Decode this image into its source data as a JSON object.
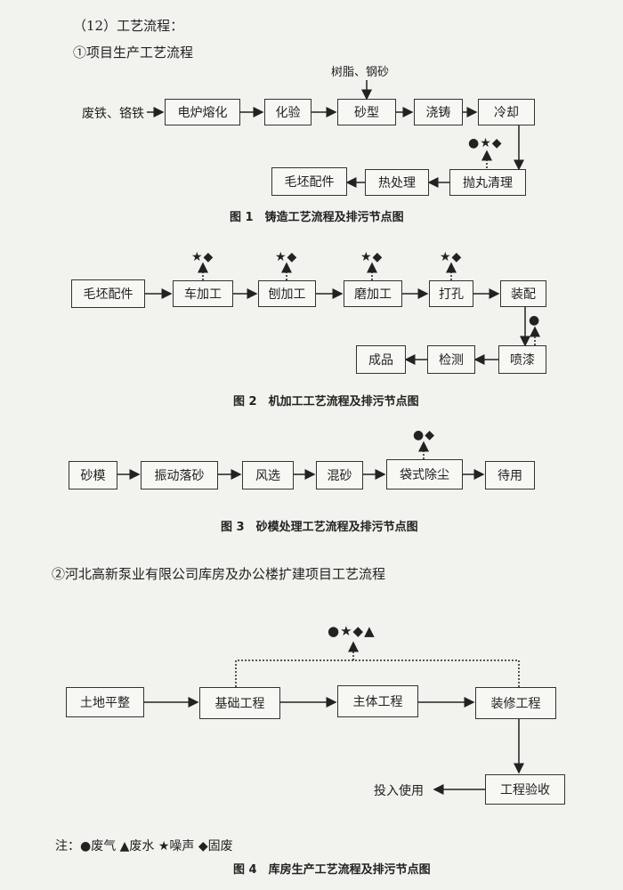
{
  "section_title": "（12）工艺流程：",
  "sub1": "①项目生产工艺流程",
  "fig1": {
    "input": "废铁、铬铁",
    "top_input": "树脂、钢砂",
    "boxes": [
      "电炉熔化",
      "化验",
      "砂型",
      "浇铸",
      "冷却",
      "抛丸清理",
      "热处理",
      "毛坯配件"
    ],
    "symbols": "●★◆",
    "caption": "图 1　铸造工艺流程及排污节点图"
  },
  "fig2": {
    "boxes": [
      "毛坯配件",
      "车加工",
      "刨加工",
      "磨加工",
      "打孔",
      "装配",
      "喷漆",
      "检测",
      "成品"
    ],
    "sym": "★◆",
    "sym_paint": "●",
    "caption": "图 2　机加工工艺流程及排污节点图"
  },
  "fig3": {
    "boxes": [
      "砂模",
      "振动落砂",
      "风选",
      "混砂",
      "袋式除尘",
      "待用"
    ],
    "sym": "●◆",
    "caption": "图 3　砂模处理工艺流程及排污节点图"
  },
  "sub2": "②河北高新泵业有限公司库房及办公楼扩建项目工艺流程",
  "fig4": {
    "boxes": [
      "土地平整",
      "基础工程",
      "主体工程",
      "装修工程",
      "工程验收"
    ],
    "output": "投入使用",
    "sym": "●★◆▲",
    "caption": "图 4　库房生产工艺流程及排污节点图"
  },
  "legend": "注：●废气 ▲废水 ★噪声 ◆固废"
}
